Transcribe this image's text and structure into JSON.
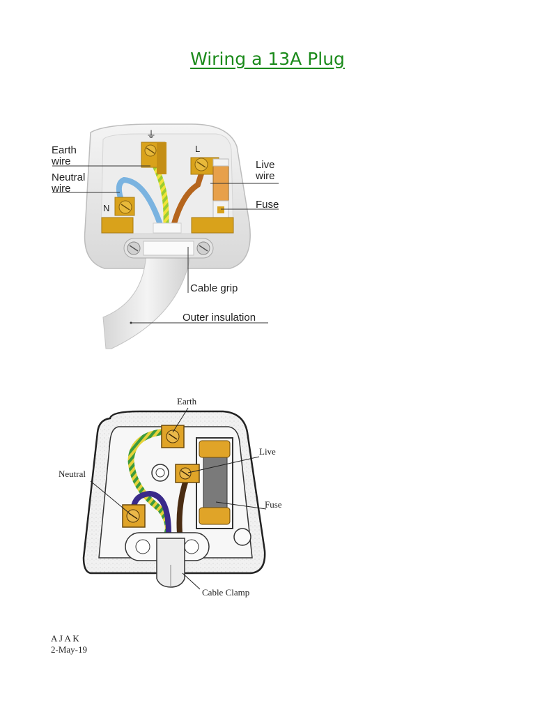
{
  "page": {
    "title": "Wiring a 13A Plug"
  },
  "diagram_top": {
    "terminal_marks": {
      "earth_symbol": "⏚",
      "live": "L",
      "neutral": "N"
    },
    "labels": {
      "earth_wire": [
        "Earth",
        "wire"
      ],
      "neutral_wire": [
        "Neutral",
        "wire"
      ],
      "live_wire": [
        "Live",
        "wire"
      ],
      "fuse": "Fuse",
      "cable_grip": "Cable grip",
      "outer_insulation": "Outer insulation"
    },
    "colors": {
      "brass": "#d9a21b",
      "neutral_blue": "#7ab3e0",
      "earth_green": "#9acd32",
      "earth_yellow": "#f2e33a",
      "live_brown": "#b5651d"
    }
  },
  "diagram_bottom": {
    "labels": {
      "earth": "Earth",
      "live": "Live",
      "neutral": "Neutral",
      "fuse": "Fuse",
      "cable_clamp": "Cable Clamp"
    },
    "colors": {
      "brass": "#e0a428",
      "neutral_blue": "#3a2a8a",
      "live_brown": "#4a2c12",
      "earth_green": "#3c9a3c",
      "earth_yellow": "#e6d23a"
    }
  },
  "footer": {
    "author": "A J A K",
    "date": "2-May-19"
  }
}
